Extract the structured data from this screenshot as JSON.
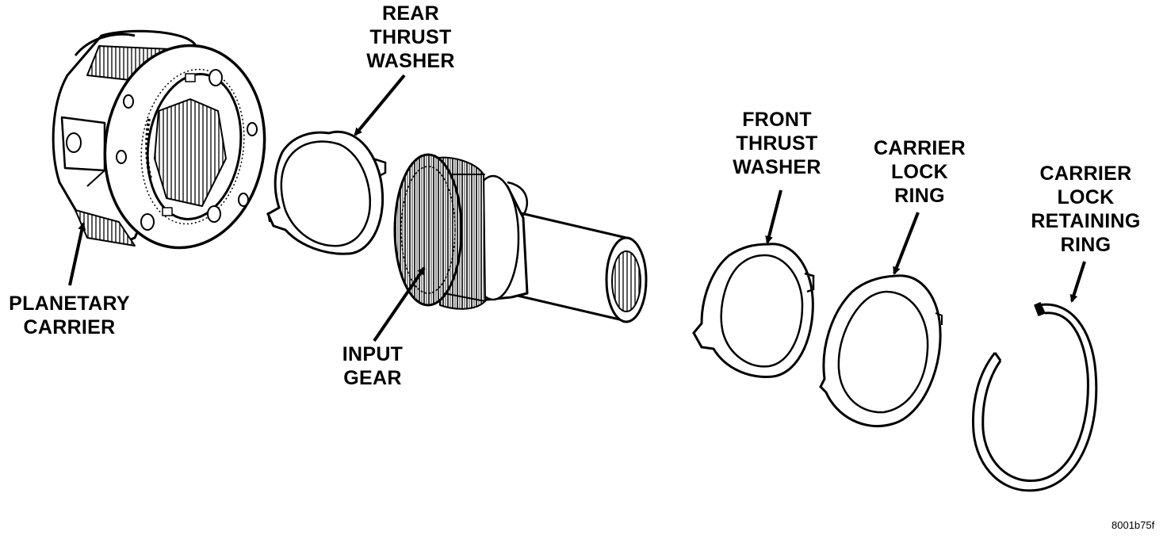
{
  "labels": {
    "rear_thrust_washer": [
      "REAR",
      "THRUST",
      "WASHER"
    ],
    "front_thrust_washer": [
      "FRONT",
      "THRUST",
      "WASHER"
    ],
    "carrier_lock_ring": [
      "CARRIER",
      "LOCK",
      "RING"
    ],
    "carrier_lock_retaining_ring": [
      "CARRIER",
      "LOCK",
      "RETAINING",
      "RING"
    ],
    "planetary_carrier": [
      "PLANETARY",
      "CARRIER"
    ],
    "input_gear": [
      "INPUT",
      "GEAR"
    ]
  },
  "figure_id": "8001b75f"
}
